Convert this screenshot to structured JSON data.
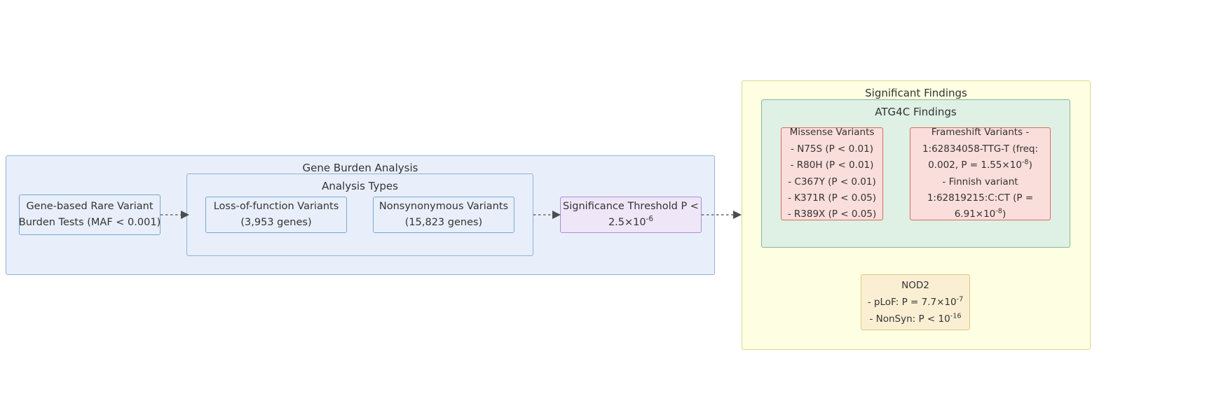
{
  "diagram": {
    "title_hidden": "Gene burden analysis flowchart",
    "left_cluster": {
      "label": "Gene Burden Analysis",
      "nodes": [
        {
          "name": "gene-based-rare-variant-burden-tests",
          "lines": [
            "Gene-based Rare Variant",
            "Burden Tests (MAF < 0.001)"
          ]
        }
      ],
      "inner_cluster": {
        "label": "Analysis Types",
        "nodes": [
          {
            "name": "loss-of-function-variants",
            "lines": [
              "Loss-of-function Variants",
              "(3,953 genes)"
            ]
          },
          {
            "name": "nonsynonymous-variants",
            "lines": [
              "Nonsynonymous Variants",
              "(15,823 genes)"
            ]
          }
        ]
      },
      "threshold_node": {
        "name": "significance-threshold",
        "line1": "Significance Threshold P <",
        "line2_base": "2.5×10",
        "line2_exp": "-6"
      }
    },
    "right_cluster": {
      "label": "Significant Findings",
      "inner_cluster": {
        "label": "ATG4C Findings",
        "missense_node": {
          "name": "missense-variants",
          "lines": [
            "Missense Variants",
            "- N75S (P < 0.01)",
            "- R80H (P < 0.01)",
            "- C367Y (P < 0.01)",
            "- K371R (P < 0.05)",
            "- R389X (P < 0.05)"
          ]
        },
        "frameshift_node": {
          "name": "frameshift-variants",
          "line1": "Frameshift Variants -",
          "line2": "1:62834058-TTG-T  (freq:",
          "line3_base": "0.002, P = 1.55×10",
          "line3_exp": "-8",
          "line3_tail": ")",
          "line4": "- Finnish variant",
          "line5": "1:62819215:C:CT  (P =",
          "line6_base": "6.91×10",
          "line6_exp": "-8",
          "line6_tail": ")"
        }
      },
      "nod2_node": {
        "name": "nod2-findings",
        "line1": "NOD2",
        "line2_base": "- pLoF: P = 7.7×10",
        "line2_exp": "-7",
        "line3_base": "- NonSyn: P < 10",
        "line3_exp": "-16"
      }
    },
    "colors": {
      "blue_fill": "#e8effa",
      "blue_stroke": "#8fb4d9",
      "purple_fill": "#efe6f7",
      "purple_stroke": "#a98fd0",
      "yellow_fill": "#fefee3",
      "yellow_stroke": "#dcd88a",
      "green_fill": "#dff0e4",
      "green_stroke": "#86b894",
      "pink_fill": "#fadedb",
      "pink_stroke": "#d96d5e",
      "cream_fill": "#fbefd3",
      "cream_stroke": "#e0c97a",
      "arrow": "#8a8a8a",
      "text": "#333333"
    }
  }
}
